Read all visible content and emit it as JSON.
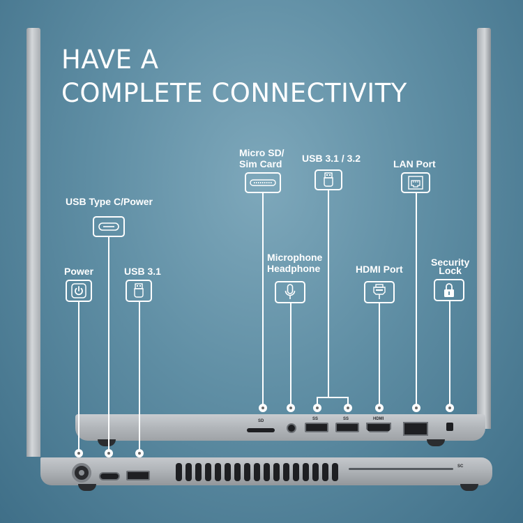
{
  "title": {
    "line1": "HAVE A",
    "line2": "COMPLETE CONNECTIVITY"
  },
  "labels": {
    "power": "Power",
    "usb_c_power": "USB Type C/Power",
    "usb31": "USB 3.1",
    "micro_sd_line1": "Micro SD/",
    "micro_sd_line2": "Sim Card",
    "usb3132": "USB 3.1 / 3.2",
    "lan": "LAN Port",
    "mic_line1": "Microphone",
    "mic_line2": "Headphone",
    "hdmi": "HDMI Port",
    "security_line1": "Security",
    "security_line2": "Lock"
  },
  "port_markings": {
    "sd": "SD",
    "ss_left": "SS",
    "ss_right": "SS",
    "hdmi": "HDMI",
    "sc": "SC"
  },
  "icons": {
    "power": "power-icon",
    "usb_c": "usb-c-icon",
    "usb": "usb-icon",
    "sd_card": "sd-card-icon",
    "lan": "ethernet-icon",
    "microphone": "microphone-icon",
    "hdmi": "hdmi-icon",
    "lock": "lock-icon"
  },
  "colors": {
    "background": "#5f8ea4",
    "foreground": "#ffffff",
    "laptop_body": "#b4b8bc"
  }
}
